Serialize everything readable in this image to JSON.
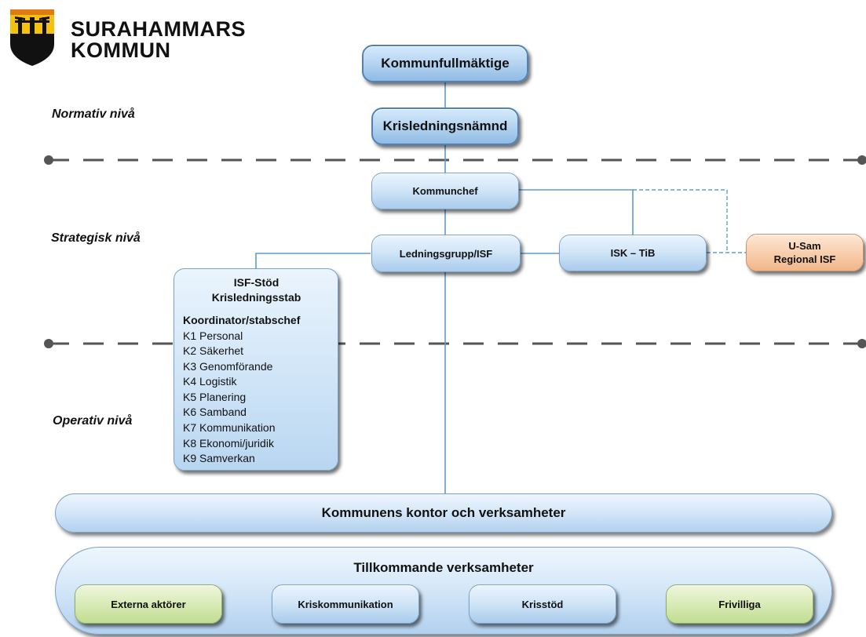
{
  "org": {
    "name_line1": "SURAHAMMARS",
    "name_line2": "KOMMUN"
  },
  "levels": {
    "normativ": "Normativ nivå",
    "strategisk": "Strategisk nivå",
    "operativ": "Operativ nivå"
  },
  "nodes": {
    "kommunfullmaktige": "Kommunfullmäktige",
    "krisledningsnamnd": "Krisledningsnämnd",
    "kommunchef": "Kommunchef",
    "ledningsgrupp": "Ledningsgrupp/ISF",
    "isk_tib": "ISK – TiB",
    "usam_line1": "U-Sam",
    "usam_line2": "Regional ISF",
    "kontor": "Kommunens kontor och verksamheter"
  },
  "stod": {
    "title_line1": "ISF-Stöd",
    "title_line2": "Krisledningsstab",
    "heading": "Koordinator/stabschef",
    "items": [
      "K1 Personal",
      "K2 Säkerhet",
      "K3 Genomförande",
      "K4 Logistik",
      "K5 Planering",
      "K6 Samband",
      "K7 Kommunikation",
      "K8 Ekonomi/juridik",
      "K9 Samverkan"
    ]
  },
  "tillkommande": {
    "title": "Tillkommande verksamheter",
    "items": [
      "Externa aktörer",
      "Kriskommunikation",
      "Krisstöd",
      "Frivilliga"
    ]
  },
  "colors": {
    "box_blue": "#c9e0f6",
    "box_orange": "#f6c9a4",
    "box_green": "#d3e8ad",
    "connector": "#5b9bd5",
    "divider": "#555555"
  }
}
